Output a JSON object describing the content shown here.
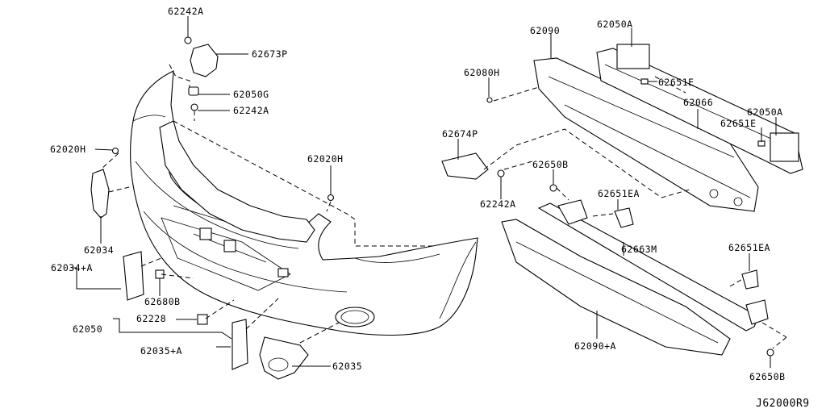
{
  "diagram": {
    "code": "J62000R9",
    "labels": [
      "62242A",
      "62673P",
      "62050G",
      "62242A",
      "62020H",
      "62020H",
      "62034",
      "62034+A",
      "62680B",
      "62228",
      "62050",
      "62035+A",
      "62035",
      "62090",
      "62050A",
      "62080H",
      "62651E",
      "62066",
      "62050A",
      "62651E",
      "62674P",
      "62242A",
      "62650B",
      "62651EA",
      "62663M",
      "62651EA",
      "62090+A",
      "62650B"
    ]
  }
}
